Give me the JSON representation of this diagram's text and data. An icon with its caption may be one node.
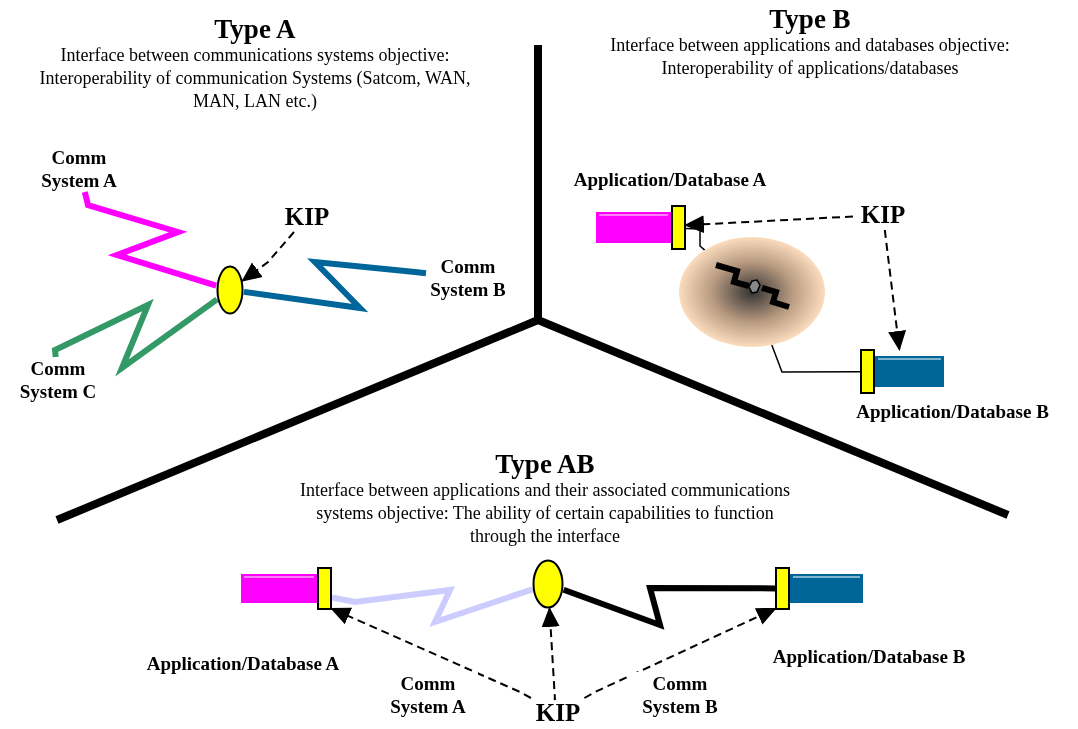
{
  "diagram": {
    "nodes": [
      {
        "text": [
          "KIP"
        ]
      },
      {
        "text": [],
        "shape": "ellipse"
      },
      {
        "text": [
          "Comm System A"
        ]
      },
      {
        "text": [
          "Comm System B"
        ]
      },
      {
        "text": [
          "Comm System C"
        ]
      },
      {
        "text": [],
        "shape": "box",
        "beside": [
          "Application/Database A"
        ]
      },
      {
        "text": [
          "KIP"
        ]
      },
      {
        "text": [],
        "shape": "ellipse"
      },
      {
        "text": [],
        "shape": "box",
        "beside": [
          "Application/Database B"
        ]
      },
      {
        "text": [],
        "shape": "box",
        "beside": [
          "Application/Database A"
        ]
      },
      {
        "text": [],
        "shape": "ellipse"
      },
      {
        "text": [],
        "shape": "box",
        "beside": [
          "Application/Database B"
        ]
      },
      {
        "text": [
          "KIP"
        ]
      }
    ],
    "edges": [
      {
        "from": 0,
        "to": 1,
        "arrow": "to",
        "style": "dashed"
      },
      {
        "from": 2,
        "to": 1,
        "arrow": "none",
        "style": "thick",
        "color": "#ff00ff"
      },
      {
        "from": 3,
        "to": 1,
        "arrow": "none",
        "style": "thick",
        "color": "#006699"
      },
      {
        "from": 4,
        "to": 1,
        "arrow": "none",
        "style": "thick",
        "color": "#339966"
      },
      {
        "from": 6,
        "to": 5,
        "arrow": "to",
        "style": "dashed"
      },
      {
        "from": 6,
        "to": 8,
        "arrow": "to",
        "style": "dashed"
      },
      {
        "from": 5,
        "to": 7,
        "arrow": "none"
      },
      {
        "from": 7,
        "to": 8,
        "arrow": "none"
      },
      {
        "from": 9,
        "to": 10,
        "arrow": "none",
        "style": "thick",
        "color": "#ccccff"
      },
      {
        "from": 10,
        "to": 11,
        "arrow": "none",
        "style": "thick"
      },
      {
        "from": 12,
        "to": 9,
        "arrow": "to",
        "style": "dashed",
        "label": "Comm System A"
      },
      {
        "from": 12,
        "to": 10,
        "arrow": "to",
        "style": "dashed"
      },
      {
        "from": 12,
        "to": 11,
        "arrow": "to",
        "style": "dashed",
        "label": "Comm System B"
      }
    ],
    "labels": [
      "Type A",
      "Interface between communications systems objective: Interoperability of communication Systems (Satcom, WAN, MAN, LAN etc.)",
      "Type B",
      "Interface between applications and databases objective: Interoperability of applications/databases",
      "Type AB",
      "Interface between applications and their associated communications systems objective: The ability of certain capabilities to function through the interface"
    ]
  }
}
